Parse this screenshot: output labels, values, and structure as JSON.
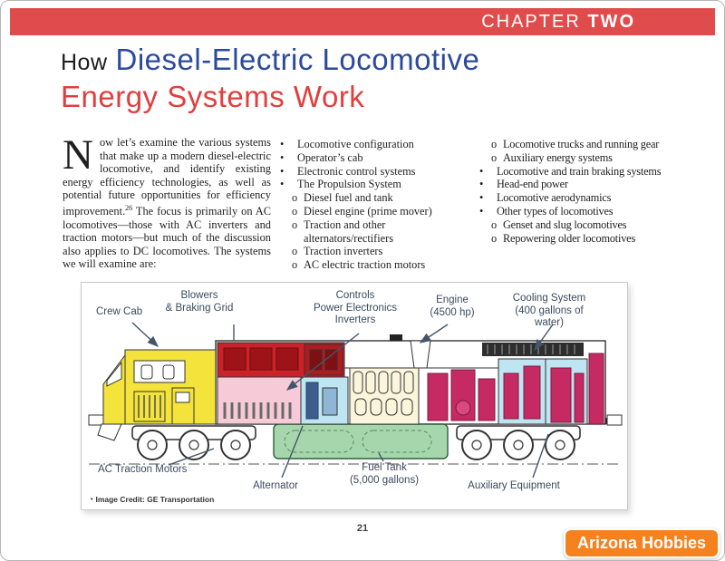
{
  "colors": {
    "header_bar": "#E04B4B",
    "title_text": "#1C1C1C",
    "title_blue": "#2C4A9C",
    "title_red": "#E23E3E",
    "diagram_label": "#3B4A5E",
    "badge_bg": "#F5821F",
    "badge_text": "#FFFFFF",
    "loco": {
      "cab_yellow": "#F4E33A",
      "blower_red": "#CB2128",
      "inverter_pink": "#F6CAD6",
      "cooling_blue": "#BFE4F2",
      "engine_cream": "#FBF5DC",
      "equipment_magenta": "#C62A62",
      "fuel_green": "#A6D7AC"
    }
  },
  "header": {
    "chapter_label": "CHAPTER",
    "chapter_number": "TWO"
  },
  "title": {
    "prefix": "How",
    "line1": "Diesel-Electric Locomotive",
    "line2": "Energy Systems Work"
  },
  "intro": {
    "dropcap": "N",
    "para_before_sup": "ow let’s examine the various systems that make up a modern diesel-electric locomotive, and identify existing energy efficiency technologies, as well as potential future opportunities for efficiency improvement.",
    "footnote_ref": "26",
    "para_after_sup": " The focus is primarily on AC locomotives—those with AC inverters and traction motors—but much of the discussion also applies to DC locomotives. The systems we will examine are:"
  },
  "list_markers": {
    "bullet": "•",
    "sub": "o"
  },
  "list_col1": [
    {
      "level": 1,
      "text": "Locomotive configuration"
    },
    {
      "level": 1,
      "text": "Operator’s cab"
    },
    {
      "level": 1,
      "text": "Electronic control systems"
    },
    {
      "level": 1,
      "text": "The Propulsion System"
    },
    {
      "level": 2,
      "text": "Diesel fuel and tank"
    },
    {
      "level": 2,
      "text": "Diesel engine (prime mover)"
    },
    {
      "level": 2,
      "text": "Traction and other alternators/rectifiers"
    },
    {
      "level": 2,
      "text": "Traction inverters"
    },
    {
      "level": 2,
      "text": "AC electric traction motors"
    }
  ],
  "list_col2": [
    {
      "level": 2,
      "text": "Locomotive trucks and running gear"
    },
    {
      "level": 2,
      "text": "Auxiliary energy systems"
    },
    {
      "level": 1,
      "text": "Locomotive and train braking systems"
    },
    {
      "level": 1,
      "text": "Head-end power"
    },
    {
      "level": 1,
      "text": "Locomotive aerodynamics"
    },
    {
      "level": 1,
      "text": "Other types of locomotives"
    },
    {
      "level": 2,
      "text": "Genset and slug locomotives"
    },
    {
      "level": 2,
      "text": "Repowering older locomotives"
    }
  ],
  "diagram": {
    "labels": {
      "crew_cab": "Crew Cab",
      "blowers": "Blowers\n& Braking Grid",
      "controls": "Controls\nPower Electronics\nInverters",
      "engine": "Engine\n(4500 hp)",
      "cooling": "Cooling System\n(400 gallons of water)",
      "traction": "AC Traction Motors",
      "alternator": "Alternator",
      "fuel_tank": "Fuel Tank\n(5,000 gallons)",
      "aux": "Auxiliary Equipment"
    },
    "credit_marker": "•",
    "credit": "Image Credit: GE Transportation"
  },
  "footer": {
    "page_number": "21",
    "badge": "Arizona Hobbies"
  }
}
